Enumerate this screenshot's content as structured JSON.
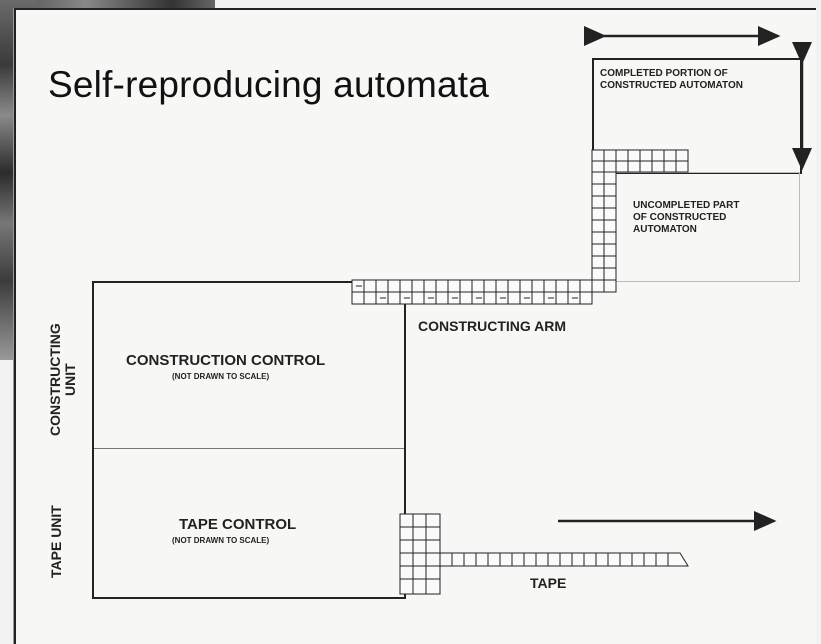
{
  "slide": {
    "title": "Self-reproducing automata"
  },
  "diagram": {
    "completed_portion": "COMPLETED PORTION OF\nCONSTRUCTED AUTOMATON",
    "uncompleted_part": "UNCOMPLETED PART\nOF CONSTRUCTED\nAUTOMATON",
    "constructing_arm": "CONSTRUCTING ARM",
    "construction_control": "CONSTRUCTION CONTROL",
    "construction_control_note": "(NOT DRAWN TO SCALE)",
    "tape_control": "TAPE CONTROL",
    "tape_control_note": "(NOT DRAWN TO SCALE)",
    "tape": "TAPE",
    "constructing_unit": "CONSTRUCTING\nUNIT",
    "tape_unit": "TAPE UNIT"
  },
  "colors": {
    "ink": "#222222",
    "paper": "#f7f7f5"
  }
}
